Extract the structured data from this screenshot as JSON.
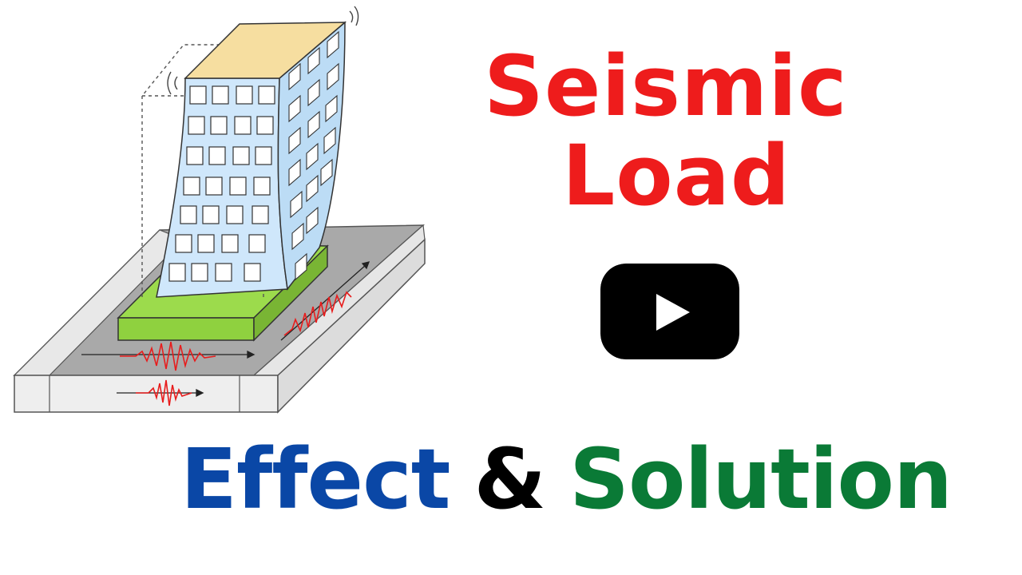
{
  "title": {
    "line1": "Seismic",
    "line2": "Load",
    "color": "#ee1c1c"
  },
  "subtitle": {
    "word1": "Effect",
    "word1_color": "#0a47a6",
    "connector": "&",
    "connector_color": "#000000",
    "word2": "Solution",
    "word2_color": "#0a7a36"
  },
  "play_icon": {
    "name": "youtube-play-icon",
    "background": "#000000",
    "triangle": "#ffffff"
  },
  "illustration": {
    "name": "building-earthquake-illustration",
    "roof_color": "#f6dea0",
    "facade_color": "#cfe7fb",
    "foundation_color": "#8fd13f",
    "ground_color": "#a9a9a9",
    "wave_color": "#e81c1c"
  }
}
